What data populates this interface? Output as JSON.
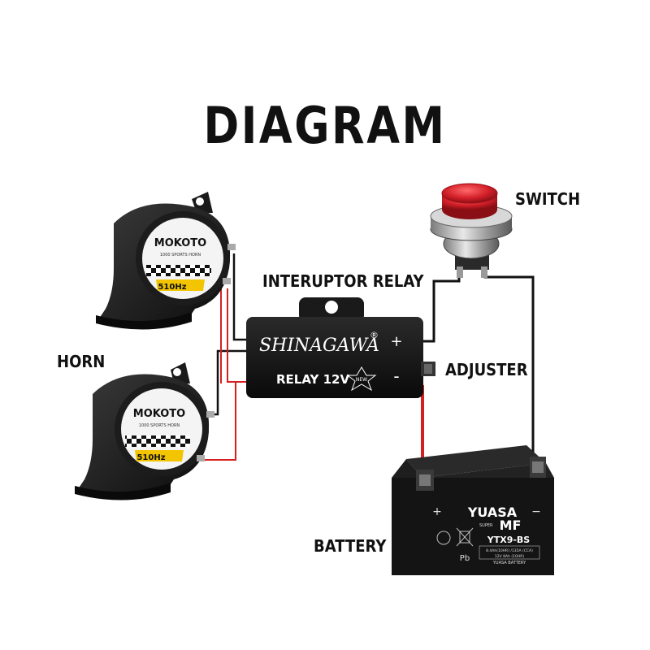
{
  "title": "DIAGRAM",
  "labels": {
    "switch": "SWITCH",
    "relay": "INTERUPTOR RELAY",
    "adjuster": "ADJUSTER",
    "horn": "HORN",
    "battery": "BATTERY"
  },
  "horn": {
    "brand": "MOKOTO",
    "subtitle": "1000 SPORTS HORN",
    "frequency": "510Hz"
  },
  "relay_box": {
    "brand": "SHINAGAWA",
    "registered": "®",
    "model": "RELAY  12V",
    "badge": "NEW",
    "plus": "+",
    "minus": "-"
  },
  "battery_box": {
    "brand": "YUASA",
    "mf": "MF",
    "super": "SUPER",
    "model": "YTX9-BS",
    "spec1": "8.4Ah(10HR) /135A (CCA)",
    "spec2": "12V  8Ah (10HR)",
    "footer": "YUASA BATTERY",
    "pb": "Pb",
    "plus": "+",
    "minus": "−"
  },
  "colors": {
    "wire_black": "#111111",
    "wire_red": "#d62020",
    "button_red": "#d4202a",
    "horn_yellow": "#f2c500"
  }
}
